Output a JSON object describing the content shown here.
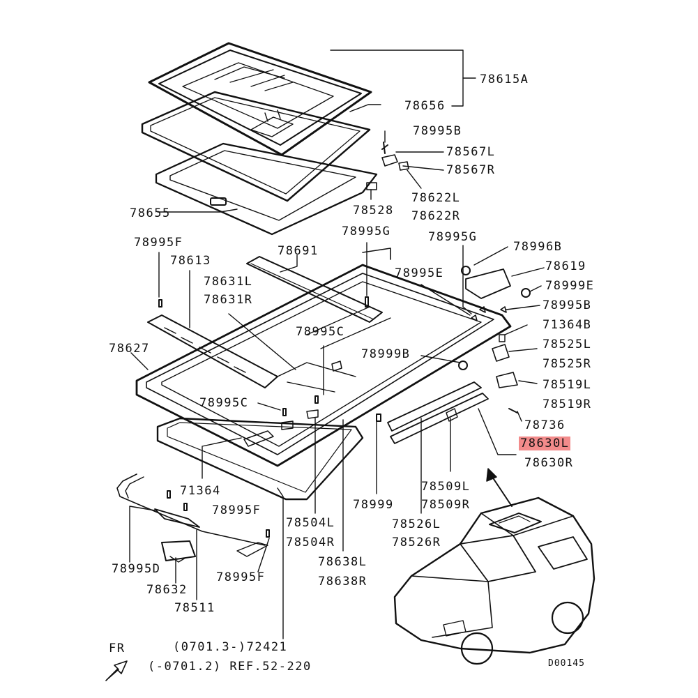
{
  "diagram": {
    "drawing_code": "D00145",
    "front_marker": "FR",
    "highlight_color": "#f28b8b",
    "highlighted_part": "78630L",
    "parts": {
      "p78615A": "78615A",
      "p78656": "78656",
      "p78995B_top": "78995B",
      "p78567L": "78567L",
      "p78567R": "78567R",
      "p78622L": "78622L",
      "p78622R": "78622R",
      "p78528": "78528",
      "p78655": "78655",
      "p78995G_a": "78995G",
      "p78995F_a": "78995F",
      "p78691": "78691",
      "p78995G_b": "78995G",
      "p78996B": "78996B",
      "p78613": "78613",
      "p78619": "78619",
      "p78631L": "78631L",
      "p78631R": "78631R",
      "p78995E": "78995E",
      "p78999E": "78999E",
      "p78995B_mid": "78995B",
      "p71364B": "71364B",
      "p78995C_a": "78995C",
      "p78627": "78627",
      "p78999B": "78999B",
      "p78525L": "78525L",
      "p78525R": "78525R",
      "p78519L": "78519L",
      "p78519R": "78519R",
      "p78995C_b": "78995C",
      "p78736": "78736",
      "p78630L": "78630L",
      "p78630R": "78630R",
      "p71364": "71364",
      "p78509L": "78509L",
      "p78509R": "78509R",
      "p78995F_b": "78995F",
      "p78504L": "78504L",
      "p78504R": "78504R",
      "p78999": "78999",
      "p78526L": "78526L",
      "p78526R": "78526R",
      "p78995D": "78995D",
      "p78638L": "78638L",
      "p78638R": "78638R",
      "p78995F_c": "78995F",
      "p78632": "78632",
      "p78511": "78511",
      "note_72421": "(0701.3-)72421",
      "note_ref": "(-0701.2) REF.52-220"
    }
  }
}
